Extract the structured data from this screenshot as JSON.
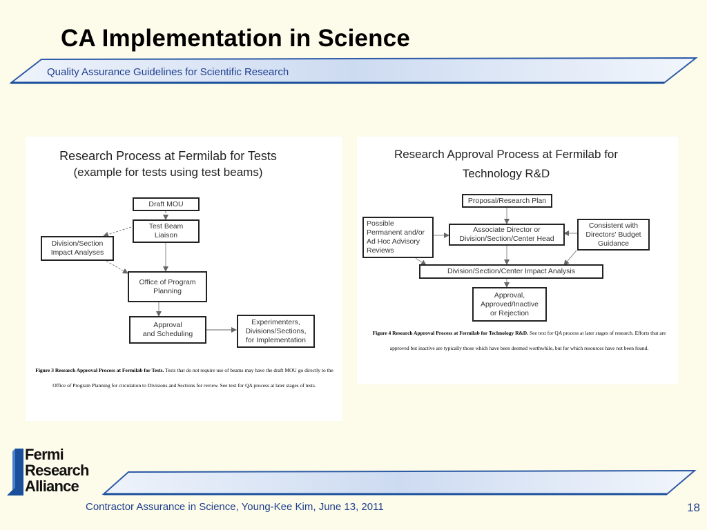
{
  "slide": {
    "title": "CA Implementation in Science",
    "subtitle": "Quality Assurance Guidelines for Scientific Research"
  },
  "left_figure": {
    "title_line1": "Research Process at Fermilab for Tests",
    "title_line2": "(example for tests using test beams)",
    "boxes": {
      "draft_mou": "Draft MOU",
      "test_beam": "Test Beam\nLiaison",
      "division_impact": "Division/Section\nImpact Analyses",
      "program_planning": "Office of Program\nPlanning",
      "approval": "Approval\nand Scheduling",
      "experimenters": "Experimenters,\nDivisions/Sections,\nfor Implementation"
    },
    "caption_bold": "Figure 3 Research Approval Process at Fermilab for Tests.",
    "caption_rest": " Tests that do not require use of beams may have the draft MOU go directly to the Office of Program Planning for circulation to Divisions and Sections for review. See text for QA process at later stages of tests."
  },
  "right_figure": {
    "title_line1": "Research Approval Process at Fermilab for",
    "title_line2": "Technology R&D",
    "boxes": {
      "proposal": "Proposal/Research Plan",
      "advisory": "Possible\nPermanent  and/or\nAd Hoc Advisory\nReviews",
      "associate_director": "Associate Director or\nDivision/Section/Center Head",
      "consistent": "Consistent with\nDirectors' Budget\nGuidance",
      "impact_analysis": "Division/Section/Center Impact Analysis",
      "approval": "Approval,\nApproved/Inactive\nor Rejection"
    },
    "caption_bold": "Figure 4 Research Approval Process at Fermilab for Technology R&D.",
    "caption_rest": " See text for QA process at later stages of research. Efforts that are approved but inactive are typically those which have been deemed worthwhile, but for which resources have not been found."
  },
  "logo": {
    "line1": "Fermi",
    "line2": "Research",
    "line3": "Alliance"
  },
  "footer": {
    "text": "Contractor Assurance in Science, Young-Kee Kim, June 13, 2011",
    "page_number": "18"
  },
  "colors": {
    "background": "#fdfbe9",
    "accent_blue": "#1f3f8f",
    "banner_blue": "#1a4f9c"
  }
}
